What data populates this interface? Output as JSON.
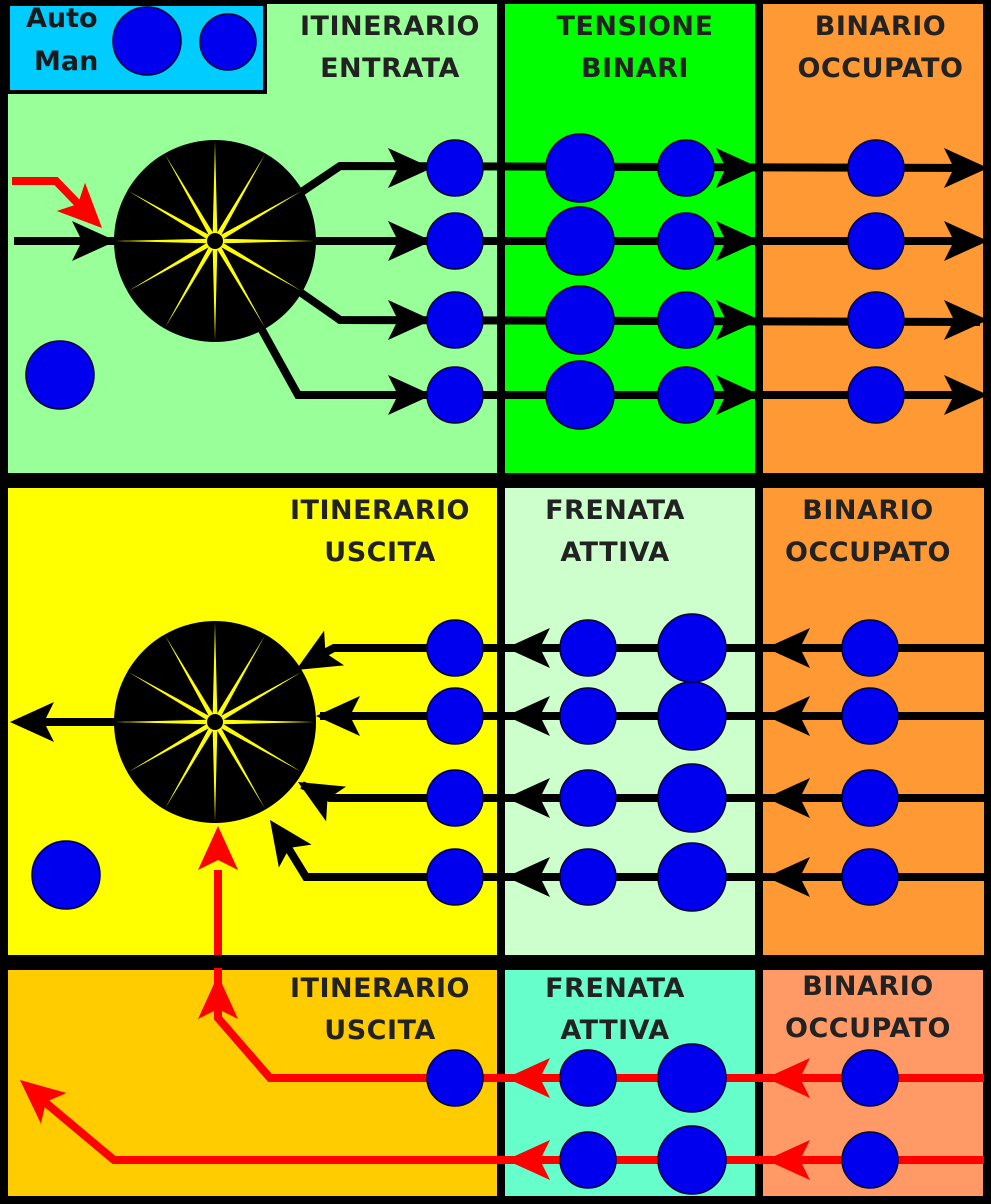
{
  "colors": {
    "frame": "#000000",
    "lamp": "#0000EE",
    "lamp_stroke": "#000033",
    "route_normal": "#000000",
    "route_active": "#FF0000",
    "starburst_bg": "#000000",
    "starburst_rays": "#FFFF00",
    "mode_box": "#00CCFF",
    "title_text": "#222222"
  },
  "mode_box": {
    "line1": "Auto",
    "line2": "Man",
    "lamps": [
      "auto-lamp",
      "man-lamp"
    ]
  },
  "sections": {
    "entry": {
      "panels": [
        {
          "id": "itinerario-entrata",
          "title1": "ITINERARIO",
          "title2": "ENTRATA",
          "bg": "#99FF99"
        },
        {
          "id": "tensione-binari",
          "title1": "TENSIONE",
          "title2": "BINARI",
          "bg": "#00FF00"
        },
        {
          "id": "binario-occupato-entrata",
          "title1": "BINARIO",
          "title2": "OCCUPATO",
          "bg": "#FF9933"
        }
      ],
      "tracks": 4,
      "direction": "right",
      "active_input": true
    },
    "exit": {
      "panels": [
        {
          "id": "itinerario-uscita",
          "title1": "ITINERARIO",
          "title2": "USCITA",
          "bg": "#FFFF00"
        },
        {
          "id": "frenata-attiva",
          "title1": "FRENATA",
          "title2": "ATTIVA",
          "bg": "#CCFFCC"
        },
        {
          "id": "binario-occupato-uscita",
          "title1": "BINARIO",
          "title2": "OCCUPATO",
          "bg": "#FF9933"
        }
      ],
      "tracks": 4,
      "direction": "left"
    },
    "exit_active": {
      "panels": [
        {
          "id": "itinerario-uscita-2",
          "title1": "ITINERARIO",
          "title2": "USCITA",
          "bg": "#FFCC00"
        },
        {
          "id": "frenata-attiva-2",
          "title1": "FRENATA",
          "title2": "ATTIVA",
          "bg": "#66FFCC"
        },
        {
          "id": "binario-occupato-uscita-2",
          "title1": "BINARIO",
          "title2": "OCCUPATO",
          "bg": "#FF9966"
        }
      ],
      "tracks": 2,
      "direction": "left",
      "route_state": "active"
    }
  }
}
